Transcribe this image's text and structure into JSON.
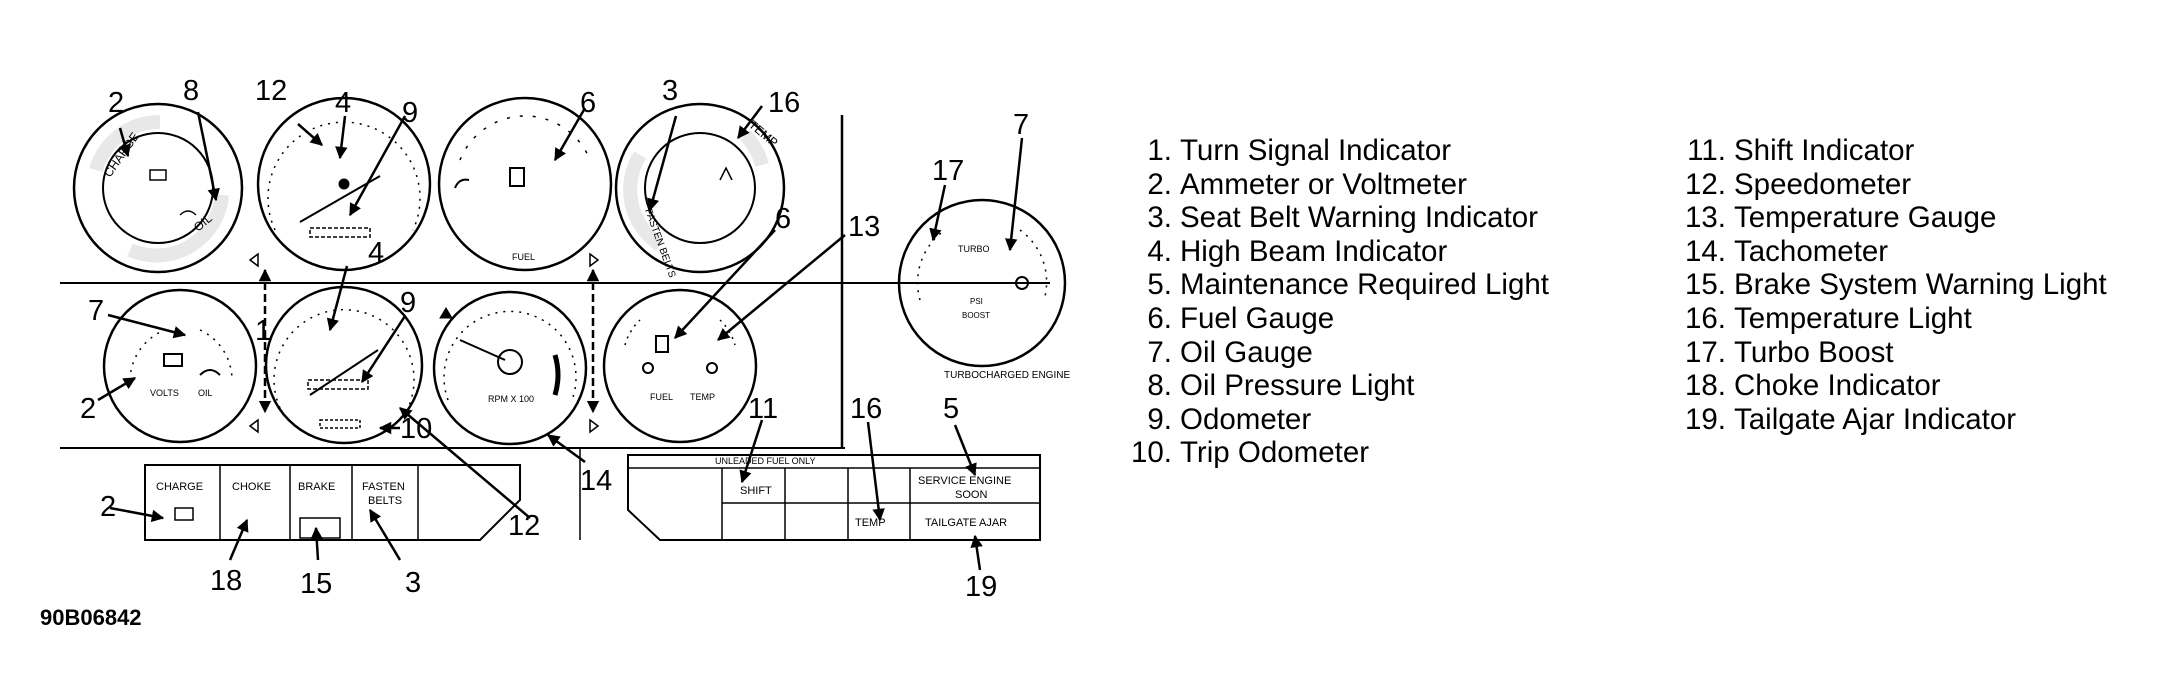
{
  "legend_left": [
    {
      "num": "1.",
      "label": "Turn Signal Indicator"
    },
    {
      "num": "2.",
      "label": "Ammeter or Voltmeter"
    },
    {
      "num": "3.",
      "label": "Seat Belt Warning Indicator"
    },
    {
      "num": "4.",
      "label": "High Beam Indicator"
    },
    {
      "num": "5.",
      "label": "Maintenance Required Light"
    },
    {
      "num": "6.",
      "label": "Fuel Gauge"
    },
    {
      "num": "7.",
      "label": "Oil Gauge"
    },
    {
      "num": "8.",
      "label": "Oil Pressure Light"
    },
    {
      "num": "9.",
      "label": "Odometer"
    },
    {
      "num": "10.",
      "label": "Trip Odometer"
    }
  ],
  "legend_right": [
    {
      "num": "11.",
      "label": "Shift Indicator"
    },
    {
      "num": "12.",
      "label": "Speedometer"
    },
    {
      "num": "13.",
      "label": "Temperature Gauge"
    },
    {
      "num": "14.",
      "label": "Tachometer"
    },
    {
      "num": "15.",
      "label": "Brake System Warning Light"
    },
    {
      "num": "16.",
      "label": "Temperature Light"
    },
    {
      "num": "17.",
      "label": "Turbo Boost"
    },
    {
      "num": "18.",
      "label": "Choke Indicator"
    },
    {
      "num": "19.",
      "label": "Tailgate Ajar Indicator"
    }
  ],
  "figure_id": "90B06842",
  "gauge_labels": {
    "charge": "CHARGE",
    "oil": "OIL",
    "temp": "TEMP",
    "fasten_belts": "FASTEN BELTS",
    "volts": "VOLTS",
    "fuel": "FUEL",
    "rpm": "RPM X 100",
    "turbo": "TURBO",
    "boost": "BOOST",
    "psi": "PSI",
    "turbo_caption": "TURBOCHARGED ENGINE"
  },
  "warning_lights": {
    "charge": "CHARGE",
    "choke": "CHOKE",
    "brake": "BRAKE",
    "fasten": "FASTEN",
    "belts": "BELTS",
    "unleaded": "UNLEADED FUEL ONLY",
    "shift": "SHIFT",
    "service_engine": "SERVICE ENGINE",
    "soon": "SOON",
    "temp": "TEMP",
    "tailgate_ajar": "TAILGATE AJAR"
  },
  "callouts": {
    "n1": "1",
    "n2": "2",
    "n3": "3",
    "n4": "4",
    "n5": "5",
    "n6": "6",
    "n7": "7",
    "n8": "8",
    "n9": "9",
    "n10": "10",
    "n11": "11",
    "n12": "12",
    "n13": "13",
    "n14": "14",
    "n15": "15",
    "n16": "16",
    "n17": "17",
    "n18": "18",
    "n19": "19"
  }
}
